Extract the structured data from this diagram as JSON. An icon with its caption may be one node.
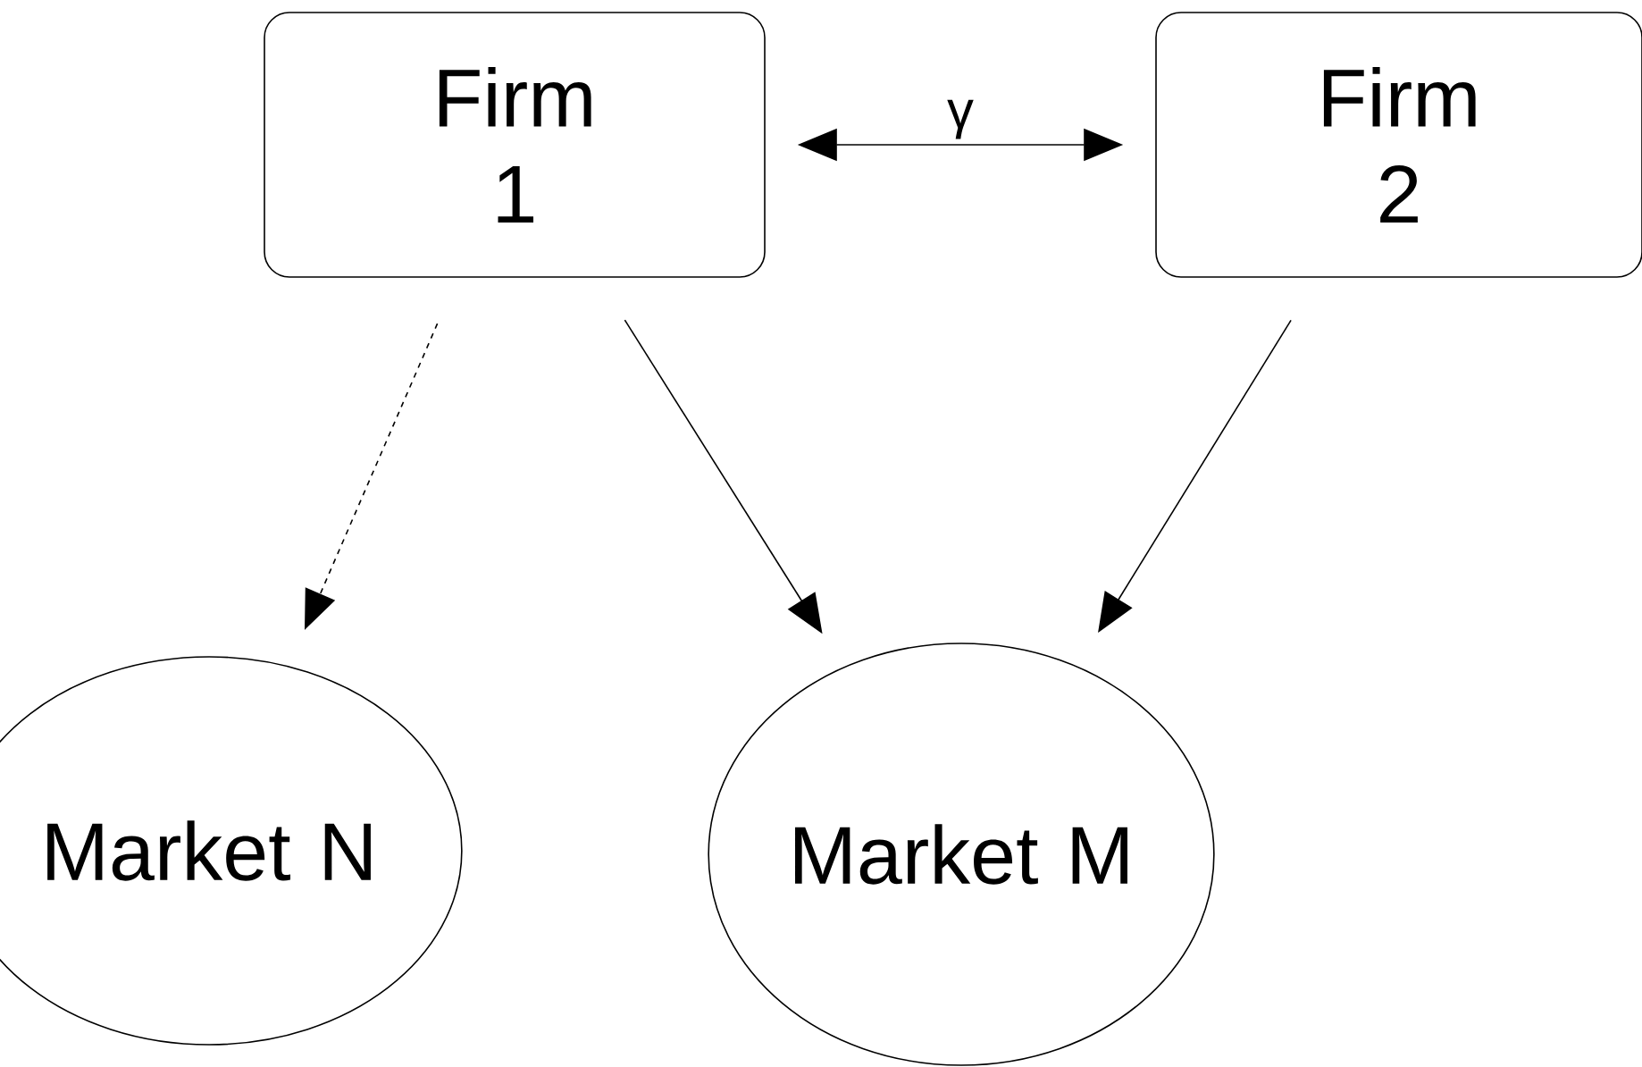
{
  "diagram": {
    "nodes": [
      {
        "text": [
          "Firm 1"
        ]
      },
      {
        "text": [
          "Firm 2"
        ]
      },
      {
        "text": [
          "Market N"
        ]
      },
      {
        "text": [
          "Market M"
        ]
      }
    ],
    "edges": [
      {
        "from": 0,
        "to": 1,
        "arrow": "both",
        "label": "γ"
      },
      {
        "from": 0,
        "to": 2,
        "arrow": "to",
        "style": "dashed"
      },
      {
        "from": 0,
        "to": 3,
        "arrow": "to"
      },
      {
        "from": 1,
        "to": 3,
        "arrow": "to"
      }
    ]
  }
}
